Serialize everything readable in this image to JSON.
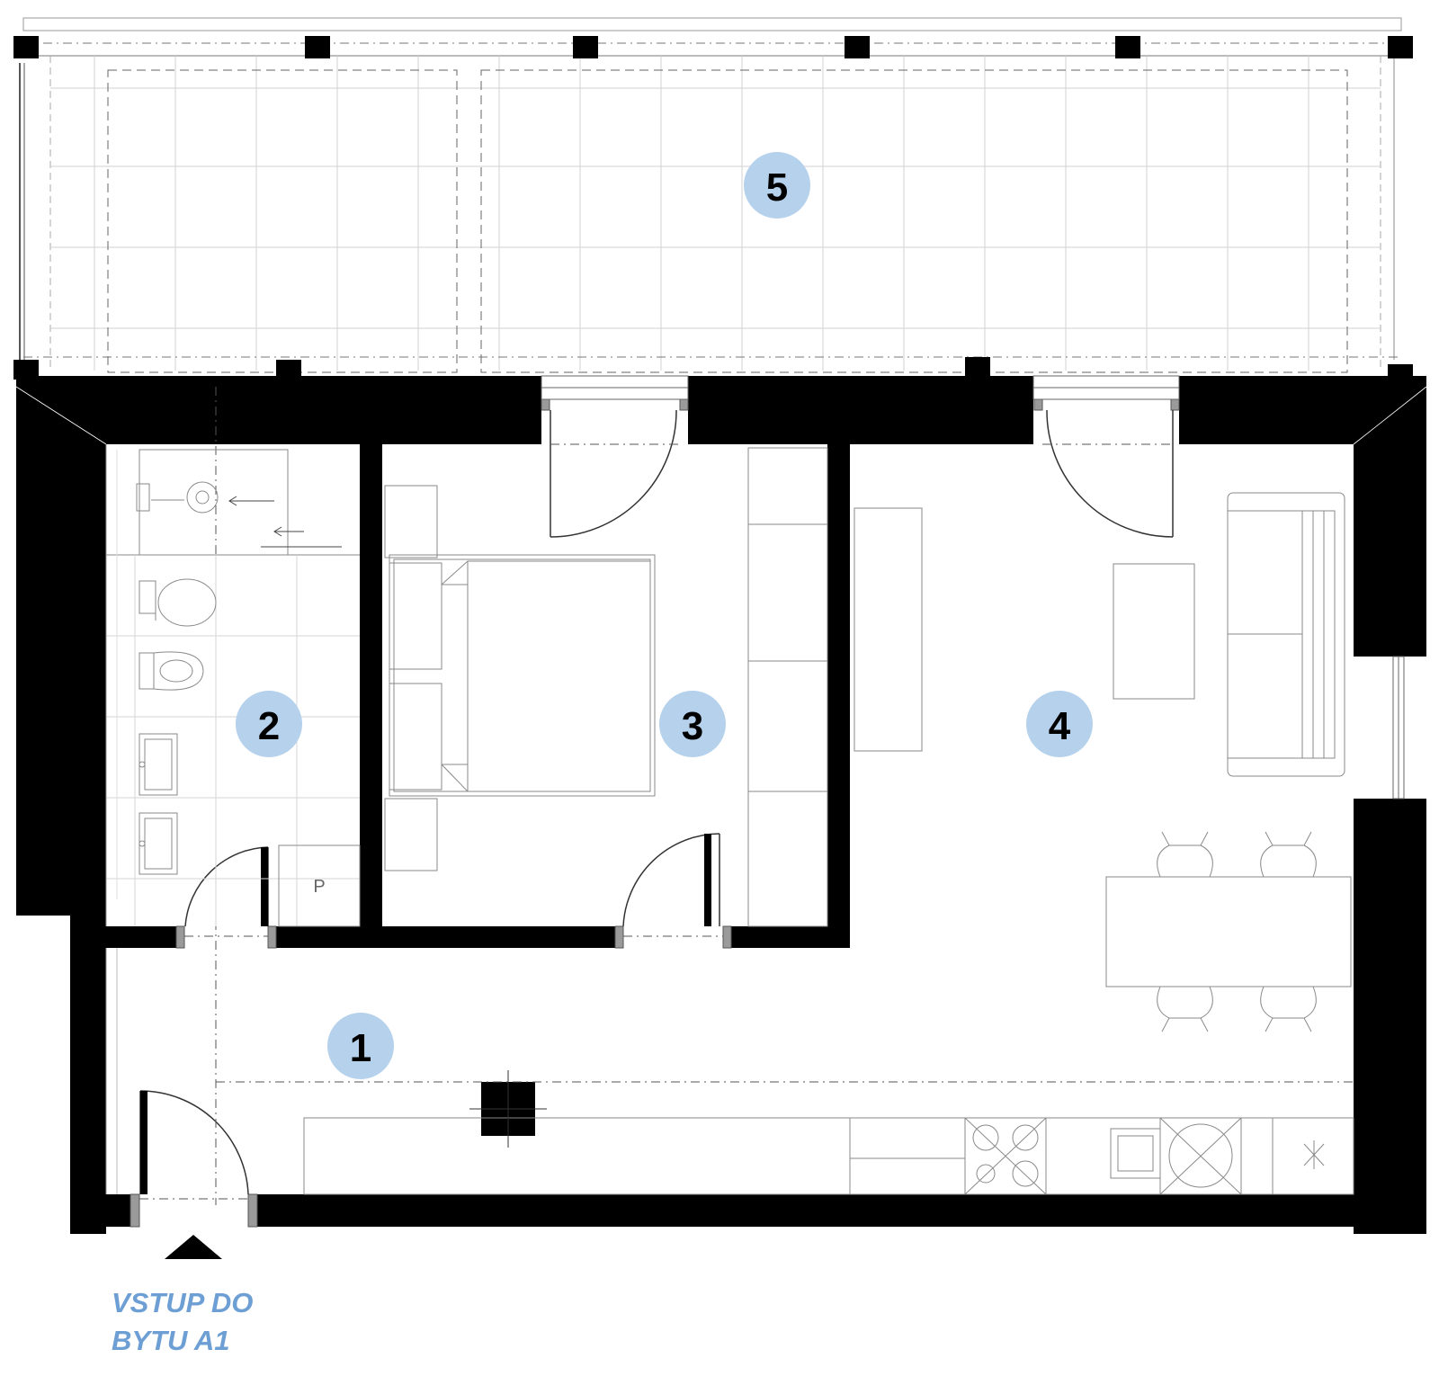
{
  "rooms": [
    {
      "number": "1"
    },
    {
      "number": "2"
    },
    {
      "number": "3"
    },
    {
      "number": "4"
    },
    {
      "number": "5"
    }
  ],
  "fixtures": {
    "utility_box_label": "P"
  },
  "entrance": {
    "line1": "VSTUP DO",
    "line2": "BYTU A1"
  },
  "colors": {
    "walls": "#000000",
    "furniture": "#8a8a8a",
    "grid": "#cfcfcf",
    "room_badge": "#b5d1ec",
    "entrance_text": "#6d9fd4"
  }
}
